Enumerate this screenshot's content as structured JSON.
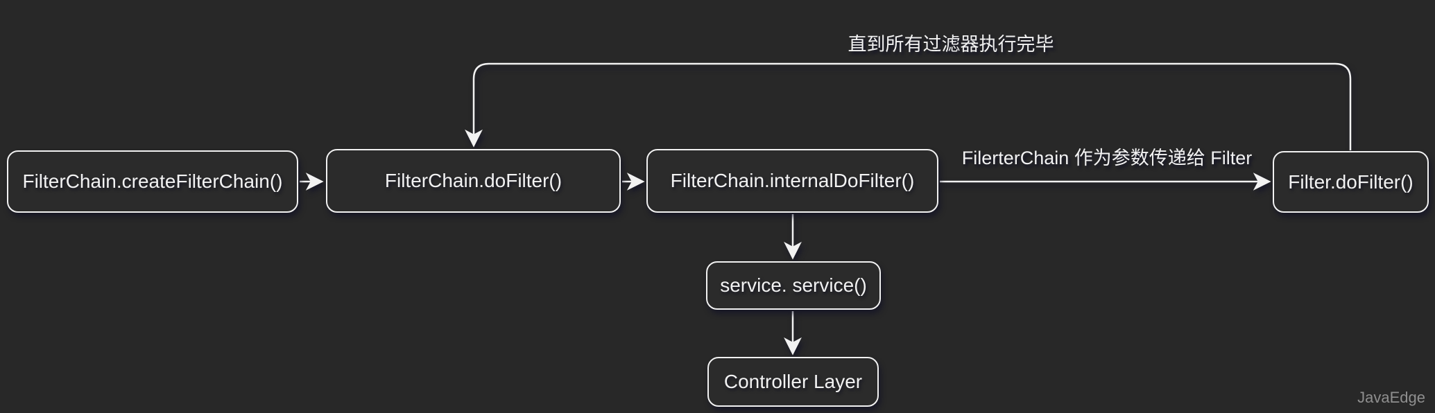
{
  "canvas": {
    "background_color": "#282828",
    "stroke_color": "#f2f2f2",
    "text_color": "#f2f2f2"
  },
  "diagram": {
    "nodes": [
      {
        "id": "create-filter-chain",
        "label": "FilterChain.createFilterChain()"
      },
      {
        "id": "do-filter",
        "label": "FilterChain.doFilter()"
      },
      {
        "id": "internal-do-filter",
        "label": "FilterChain.internalDoFilter()"
      },
      {
        "id": "filter-do-filter",
        "label": "Filter.doFilter()"
      },
      {
        "id": "service",
        "label": "service. service()"
      },
      {
        "id": "controller-layer",
        "label": "Controller Layer"
      }
    ],
    "edge_labels": {
      "loop": "直到所有过滤器执行完毕",
      "param": "FilerterChain 作为参数传递给 Filter"
    },
    "watermark": "JavaEdge"
  }
}
